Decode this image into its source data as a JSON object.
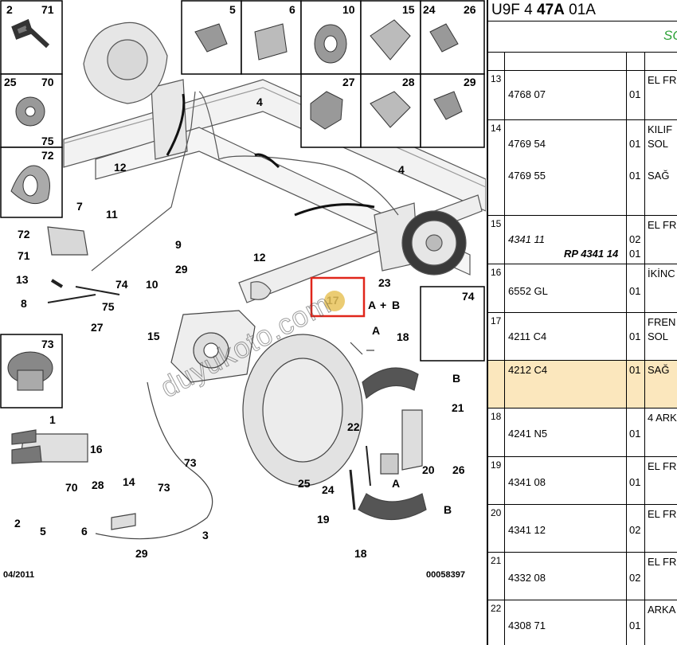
{
  "diagram": {
    "date": "04/2011",
    "code": "00058397",
    "watermark": "duyukoto.com",
    "insets": [
      {
        "labels": [
          "2",
          "71"
        ]
      },
      {
        "labels": [
          "5"
        ]
      },
      {
        "labels": [
          "6"
        ]
      },
      {
        "labels": [
          "10"
        ]
      },
      {
        "labels": [
          "15"
        ]
      },
      {
        "labels": [
          "24",
          "26"
        ]
      },
      {
        "labels": [
          "25",
          "70",
          "75"
        ]
      },
      {
        "labels": [
          "27"
        ]
      },
      {
        "labels": [
          "28"
        ]
      },
      {
        "labels": [
          "29"
        ]
      },
      {
        "labels": [
          "72"
        ]
      },
      {
        "labels": [
          "73"
        ]
      },
      {
        "labels": [
          "74"
        ]
      }
    ],
    "callouts": [
      "12",
      "4",
      "4",
      "12",
      "7",
      "11",
      "9",
      "72",
      "71",
      "29",
      "10",
      "13",
      "74",
      "8",
      "75",
      "27",
      "15",
      "23",
      "17",
      "A",
      "+",
      "B",
      "A",
      "18",
      "B",
      "21",
      "22",
      "20",
      "26",
      "1",
      "16",
      "73",
      "25",
      "24",
      "19",
      "A",
      "B",
      "18",
      "2",
      "5",
      "70",
      "6",
      "28",
      "14",
      "73",
      "29",
      "3"
    ],
    "highlight_label": "17"
  },
  "panel": {
    "header": {
      "prefix": "U9F 4 ",
      "bold": "47A",
      "suffix": " 01A"
    },
    "band_text": "SC",
    "rows": [
      {
        "num": "13",
        "lines": [
          {
            "ref": "4768 07",
            "qty": "01",
            "desc": "EL FR"
          }
        ]
      },
      {
        "num": "14",
        "lines": [
          {
            "ref": "4769 54",
            "qty": "01",
            "desc": "SOL"
          },
          {
            "ref": "4769 55",
            "qty": "01",
            "desc": "SAĞ"
          }
        ],
        "title": "KILIF"
      },
      {
        "num": "15",
        "lines": [
          {
            "ref": "4341 11",
            "qty": "02",
            "desc": ""
          },
          {
            "ref": "RP 4341 14",
            "qty": "01",
            "desc": ""
          }
        ],
        "title": "EL FR"
      },
      {
        "num": "16",
        "lines": [
          {
            "ref": "6552 GL",
            "qty": "01",
            "desc": ""
          }
        ],
        "title": "İKİNC"
      },
      {
        "num": "17",
        "lines": [
          {
            "ref": "4211 C4",
            "qty": "01",
            "desc": "SOL"
          }
        ],
        "title": "FREN"
      },
      {
        "num": "",
        "lines": [
          {
            "ref": "4212 C4",
            "qty": "01",
            "desc": "SAĞ"
          }
        ]
      },
      {
        "num": "18",
        "lines": [
          {
            "ref": "4241 N5",
            "qty": "01",
            "desc": ""
          }
        ],
        "title": "4 ARK"
      },
      {
        "num": "19",
        "lines": [
          {
            "ref": "4341 08",
            "qty": "01",
            "desc": ""
          }
        ],
        "title": "EL FR"
      },
      {
        "num": "20",
        "lines": [
          {
            "ref": "4341 12",
            "qty": "02",
            "desc": ""
          }
        ],
        "title": "EL FR"
      },
      {
        "num": "21",
        "lines": [
          {
            "ref": "4332 08",
            "qty": "02",
            "desc": ""
          }
        ],
        "title": "EL FR"
      },
      {
        "num": "22",
        "lines": [
          {
            "ref": "4308 71",
            "qty": "01",
            "desc": ""
          }
        ],
        "title": "ARKA"
      }
    ]
  },
  "colors": {
    "highlight_row": "#fbe7bd",
    "highlight_box": "#e0261b",
    "marker": "#e8c35a",
    "band_text": "#2fa33a"
  }
}
